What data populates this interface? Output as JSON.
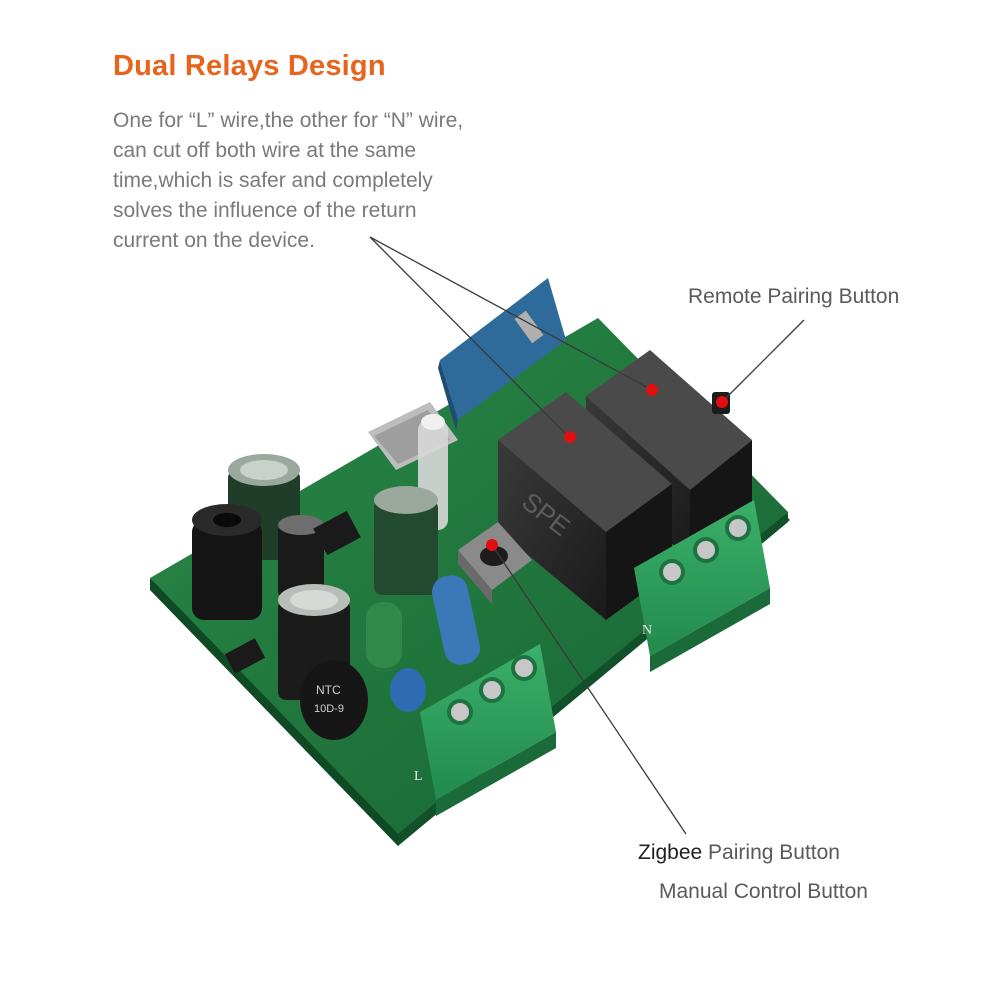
{
  "heading": "Dual Relays Design",
  "description_lines": [
    "One for “L” wire,the other for “N” wire,",
    "can cut off both wire at the same",
    "time,which is safer and completely",
    "solves the influence of the return",
    "current on the device."
  ],
  "callouts": {
    "remote_pairing": "Remote Pairing Button",
    "zigbee_brand": "Zigbee",
    "zigbee_rest": " Pairing Button",
    "manual_control": "Manual Control Button"
  },
  "board_markings": {
    "ntc_top": "NTC",
    "ntc_bottom": "10D-9",
    "relay_brand": "SPE",
    "terminal_n": "N",
    "terminal_l": "L"
  },
  "colors": {
    "heading": "#e8641b",
    "pcb": "#1f7a3e",
    "terminal": "#2e9e5b",
    "relay": "#2b2b2b",
    "marker": "#e01010"
  }
}
